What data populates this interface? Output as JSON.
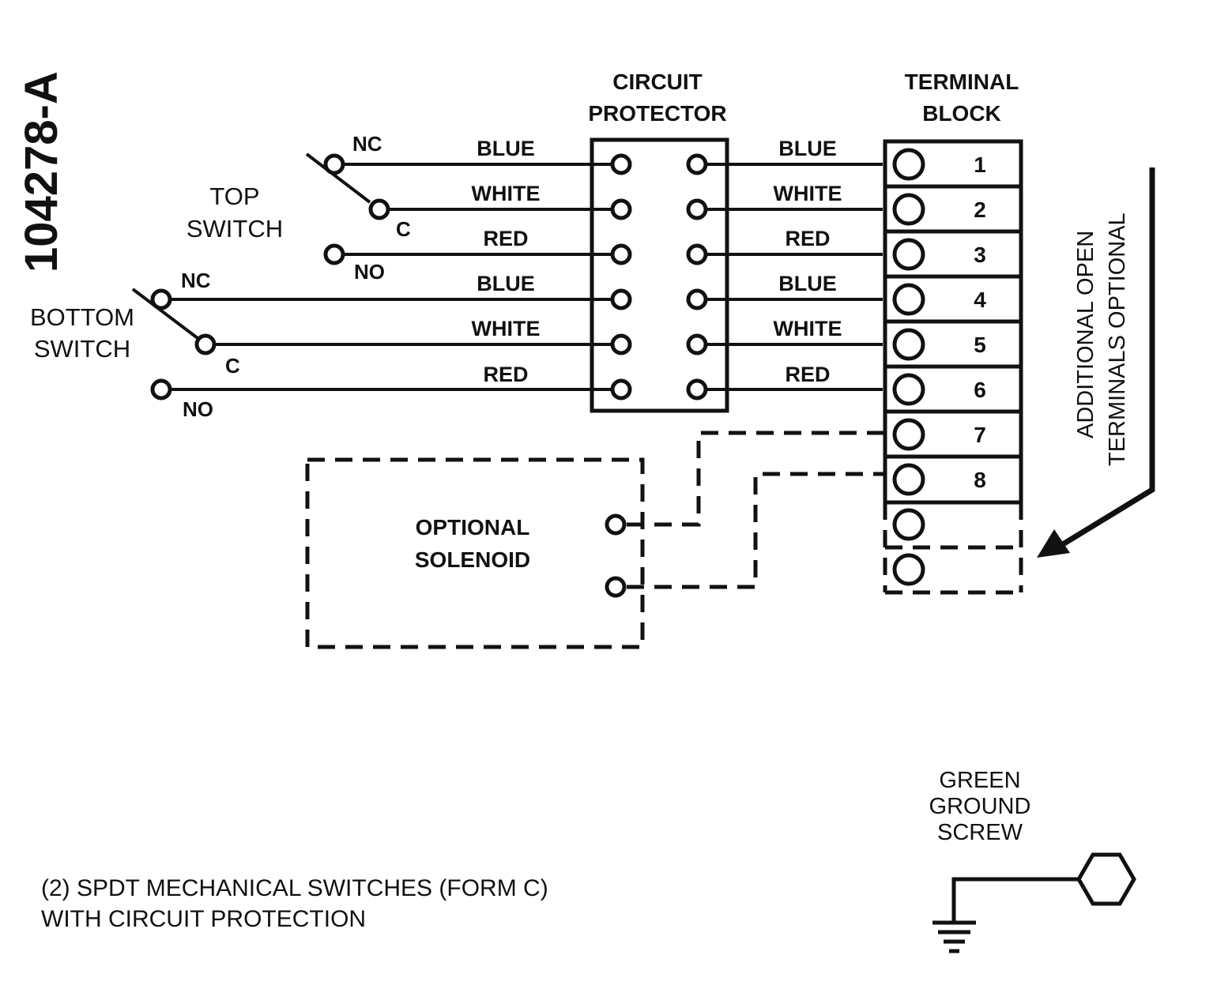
{
  "doc_number": "104278-A",
  "circuit_protector_label": [
    "CIRCUIT",
    "PROTECTOR"
  ],
  "terminal_block_label": [
    "TERMINAL",
    "BLOCK"
  ],
  "top_switch": {
    "label": [
      "TOP",
      "SWITCH"
    ],
    "nc": "NC",
    "c": "C",
    "no": "NO"
  },
  "bottom_switch": {
    "label": [
      "BOTTOM",
      "SWITCH"
    ],
    "nc": "NC",
    "c": "C",
    "no": "NO"
  },
  "wires": [
    "BLUE",
    "WHITE",
    "RED",
    "BLUE",
    "WHITE",
    "RED"
  ],
  "terminals": [
    "1",
    "2",
    "3",
    "4",
    "5",
    "6",
    "7",
    "8"
  ],
  "solenoid_label": [
    "OPTIONAL",
    "SOLENOID"
  ],
  "additional_label": [
    "ADDITIONAL OPEN",
    "TERMINALS OPTIONAL"
  ],
  "ground_label": [
    "GREEN",
    "GROUND",
    "SCREW"
  ],
  "footnote": [
    "(2) SPDT MECHANICAL SWITCHES (FORM C)",
    "WITH CIRCUIT PROTECTION"
  ]
}
